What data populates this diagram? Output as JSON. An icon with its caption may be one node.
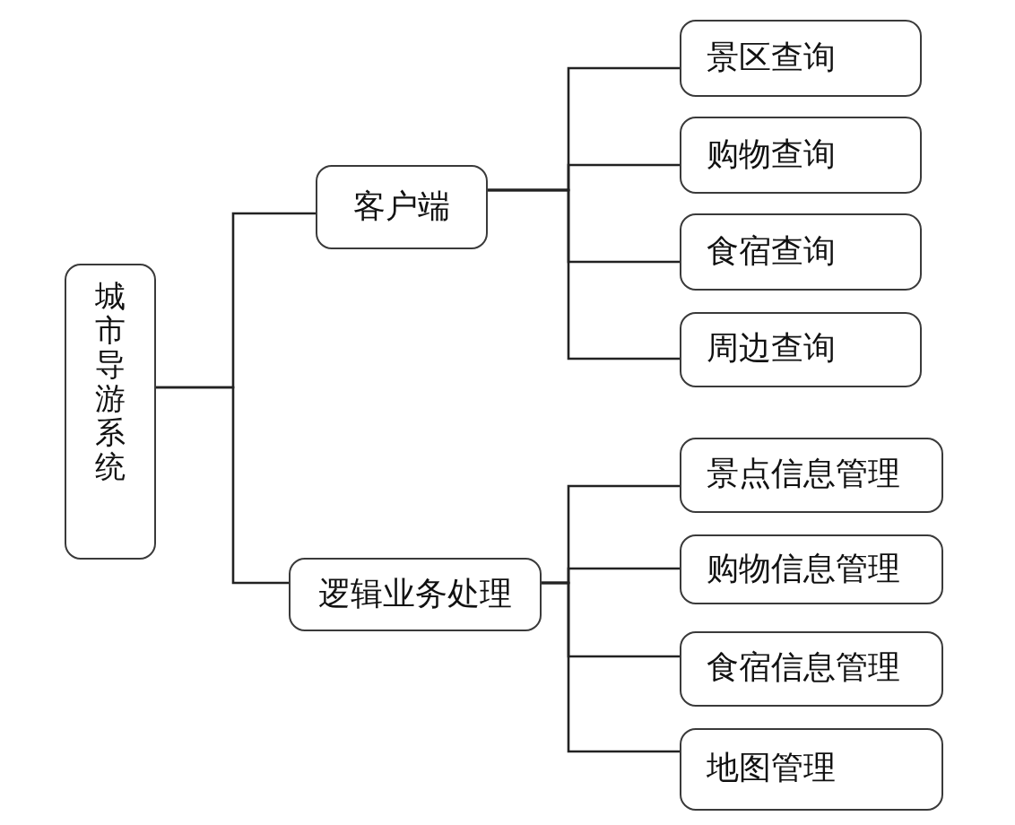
{
  "diagram": {
    "nodes": [
      {
        "text": [
          "城市导游系统"
        ]
      },
      {
        "text": [
          "客户端"
        ]
      },
      {
        "text": [
          "逻辑业务处理"
        ]
      },
      {
        "text": [
          "景区查询"
        ]
      },
      {
        "text": [
          "购物查询"
        ]
      },
      {
        "text": [
          "食宿查询"
        ]
      },
      {
        "text": [
          "周边查询"
        ]
      },
      {
        "text": [
          "景点信息管理"
        ]
      },
      {
        "text": [
          "购物信息管理"
        ]
      },
      {
        "text": [
          "食宿信息管理"
        ]
      },
      {
        "text": [
          "地图管理"
        ]
      }
    ],
    "edges": [
      {
        "from": 0,
        "to": 1,
        "arrow": "none"
      },
      {
        "from": 0,
        "to": 2,
        "arrow": "none"
      },
      {
        "from": 1,
        "to": 3,
        "arrow": "none"
      },
      {
        "from": 1,
        "to": 4,
        "arrow": "none"
      },
      {
        "from": 1,
        "to": 5,
        "arrow": "none"
      },
      {
        "from": 1,
        "to": 6,
        "arrow": "none"
      },
      {
        "from": 2,
        "to": 7,
        "arrow": "none"
      },
      {
        "from": 2,
        "to": 8,
        "arrow": "none"
      },
      {
        "from": 2,
        "to": 9,
        "arrow": "none"
      },
      {
        "from": 2,
        "to": 10,
        "arrow": "none"
      }
    ]
  }
}
